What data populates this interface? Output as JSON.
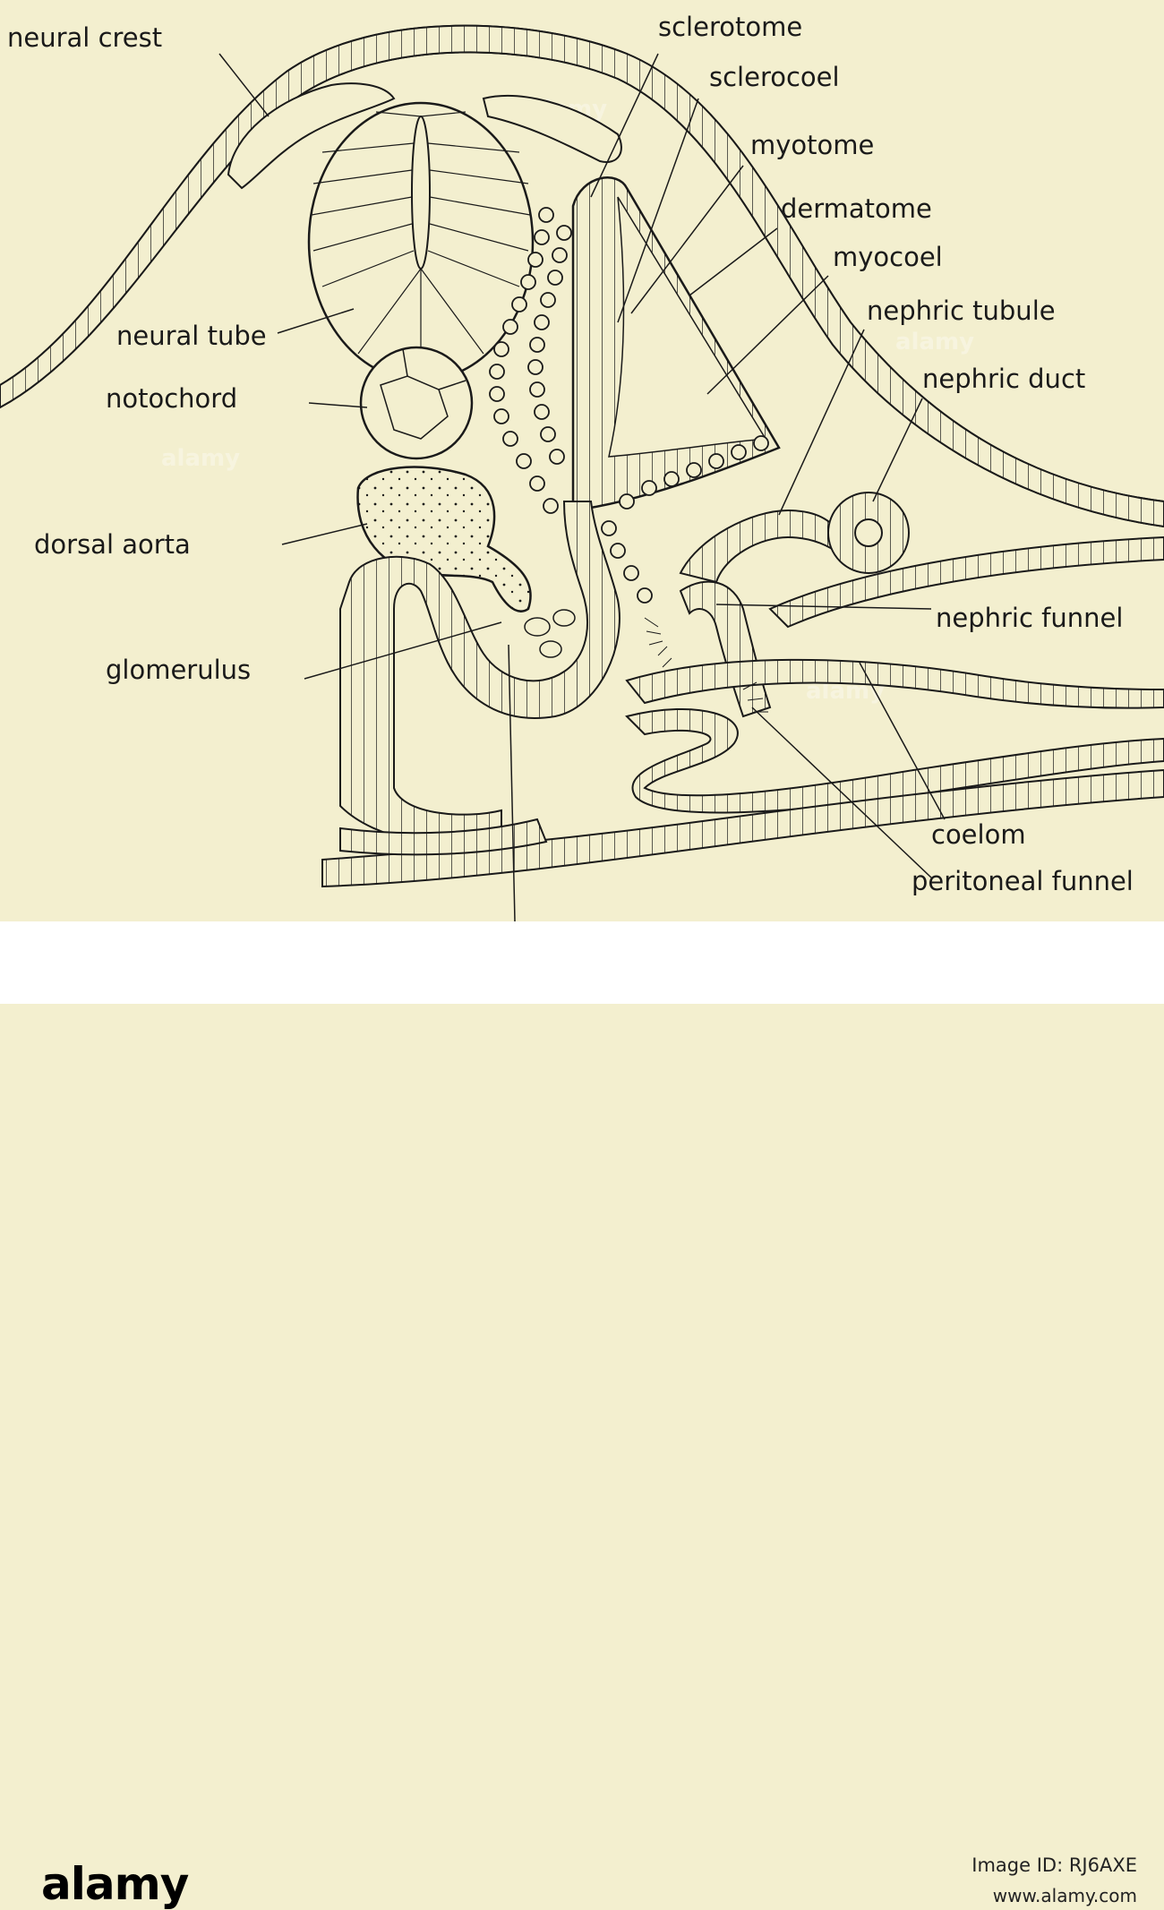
{
  "figure": {
    "labels": {
      "neural_crest": "neural crest",
      "sclerotome": "sclerotome",
      "sclerocoel": "sclerocoel",
      "myotome": "myotome",
      "dermatome": "dermatome",
      "myocoel": "myocoel",
      "nephric_tubule": "nephric tubule",
      "nephric_duct": "nephric duct",
      "neural_tube": "neural tube",
      "notochord": "notochord",
      "dorsal_aorta": "dorsal aorta",
      "nephric_funnel": "nephric funnel",
      "glomerulus": "glomerulus",
      "coelom": "coelom",
      "peritoneal_funnel": "peritoneal funnel"
    },
    "watermark_text": "alamy"
  },
  "footer": {
    "logo": "alamy",
    "image_id": "Image ID: RJ6AXE",
    "site": "www.alamy.com"
  },
  "colors": {
    "background": "#f3efcf",
    "ink": "#1a1a1a",
    "footer_bg": "#ffffff"
  }
}
